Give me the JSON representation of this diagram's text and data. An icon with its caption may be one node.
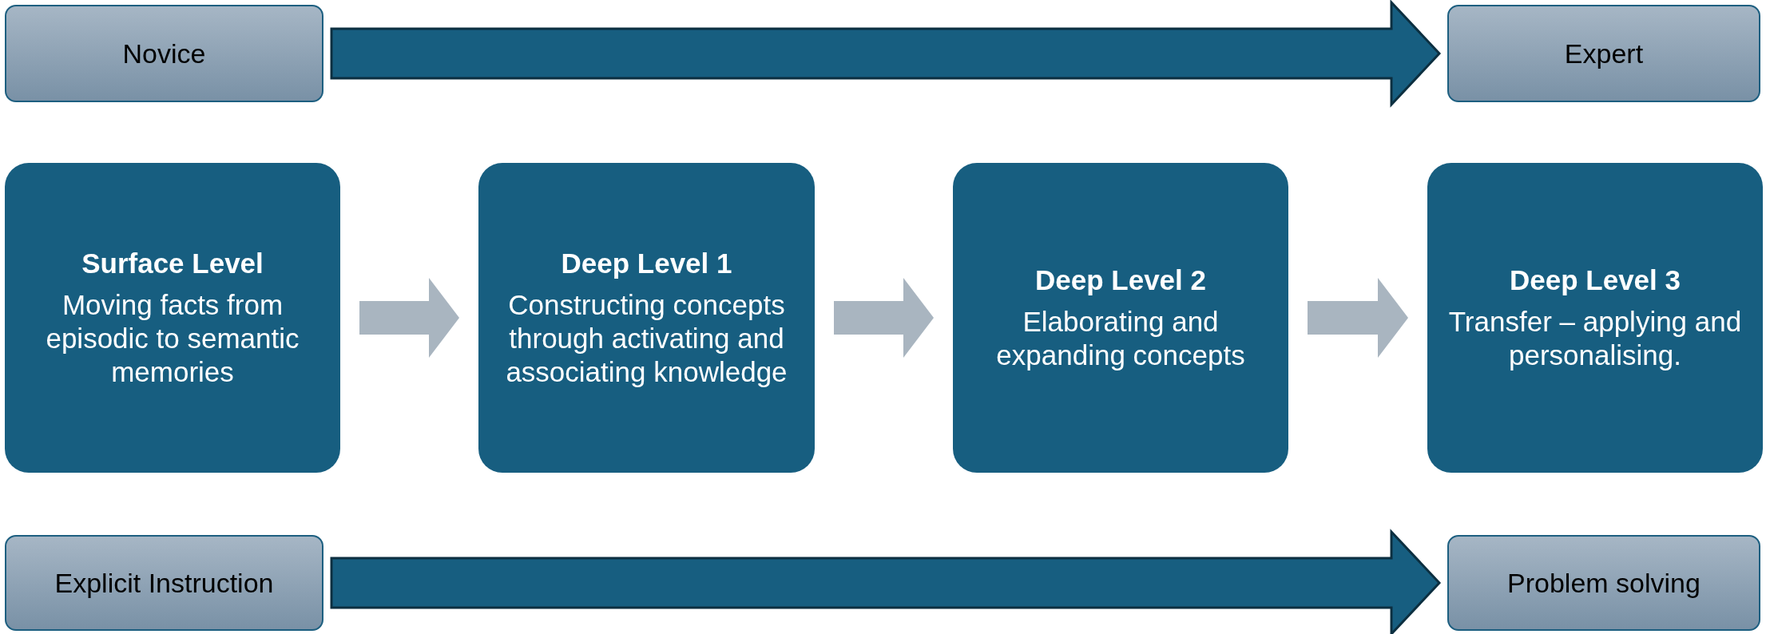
{
  "diagram": {
    "nodes": [
      {
        "text": [
          "Novice"
        ]
      },
      {
        "text": [
          "Expert"
        ]
      },
      {
        "text": [
          "Surface Level",
          "Moving facts from episodic to semantic memories"
        ]
      },
      {
        "text": [
          "Deep Level 1",
          "Constructing concepts through activating and associating knowledge"
        ]
      },
      {
        "text": [
          "Deep Level 2",
          "Elaborating and expanding concepts"
        ]
      },
      {
        "text": [
          "Deep Level 3",
          "Transfer – applying and personalising."
        ]
      },
      {
        "text": [
          "Explicit Instruction"
        ]
      },
      {
        "text": [
          "Problem solving"
        ]
      }
    ],
    "edges": [
      {
        "from": 0,
        "to": 1,
        "arrow": "to",
        "color": "#175e80"
      },
      {
        "from": 2,
        "to": 3,
        "arrow": "to"
      },
      {
        "from": 3,
        "to": 4,
        "arrow": "to"
      },
      {
        "from": 4,
        "to": 5,
        "arrow": "to"
      },
      {
        "from": 6,
        "to": 7,
        "arrow": "to",
        "color": "#175e80"
      }
    ]
  }
}
